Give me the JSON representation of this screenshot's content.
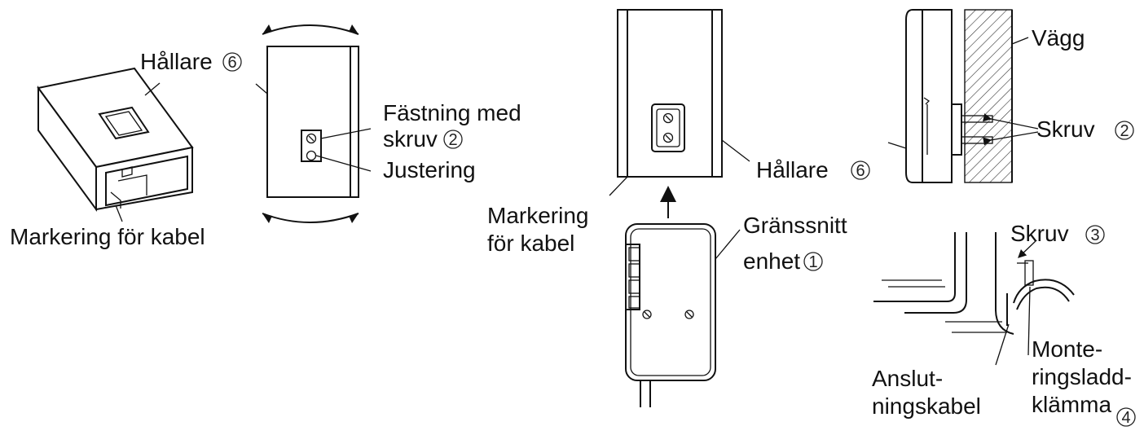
{
  "labels": {
    "hallare": "Hållare",
    "markering_kabel": "Markering för kabel",
    "fastning_med": "Fästning med",
    "skruv": "skruv",
    "justering": "Justering",
    "markering": "Markering",
    "for_kabel": "för kabel",
    "gransnitt": "Gränssnitt",
    "enhet": "enhet",
    "vagg": "Vägg",
    "skruv_cap": "Skruv",
    "anslut": "Anslut-",
    "ningskabel": "ningskabel",
    "monte": "Monte-",
    "ringsladd": "ringsladd-",
    "klamma": "klämma"
  },
  "numbers": {
    "n1": "1",
    "n2": "2",
    "n3": "3",
    "n4": "4",
    "n6": "6"
  }
}
